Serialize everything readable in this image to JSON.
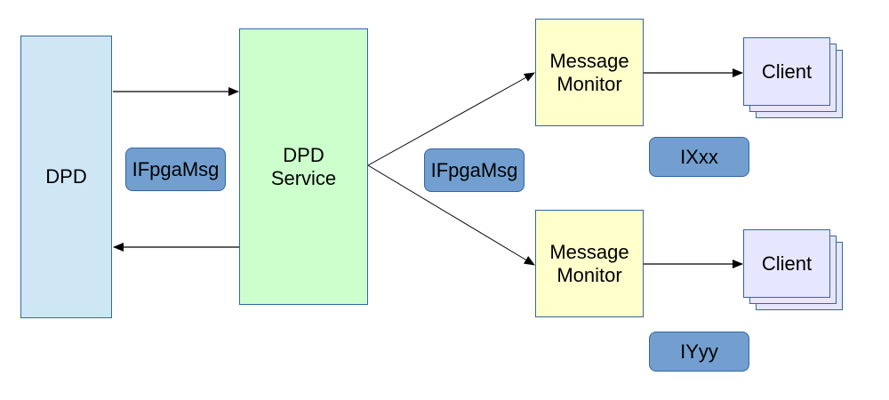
{
  "nodes": {
    "dpd": "DPD",
    "dpd_service": "DPD\nService",
    "message_monitor_top": "Message\nMonitor",
    "message_monitor_bottom": "Message\nMonitor",
    "client_top": "Client",
    "client_bottom": "Client"
  },
  "interfaces": {
    "dpd_link": "IFpgaMsg",
    "service_link": "IFpgaMsg",
    "top_client_link": "IXxx",
    "bottom_client_link": "IYyy"
  },
  "colors": {
    "dpd_fill": "#cfe7f5",
    "service_fill": "#ccffcc",
    "monitor_fill": "#ffffcc",
    "client_fill": "#e6e6ff",
    "interface_fill": "#729fcf",
    "border": "#3465a4"
  }
}
